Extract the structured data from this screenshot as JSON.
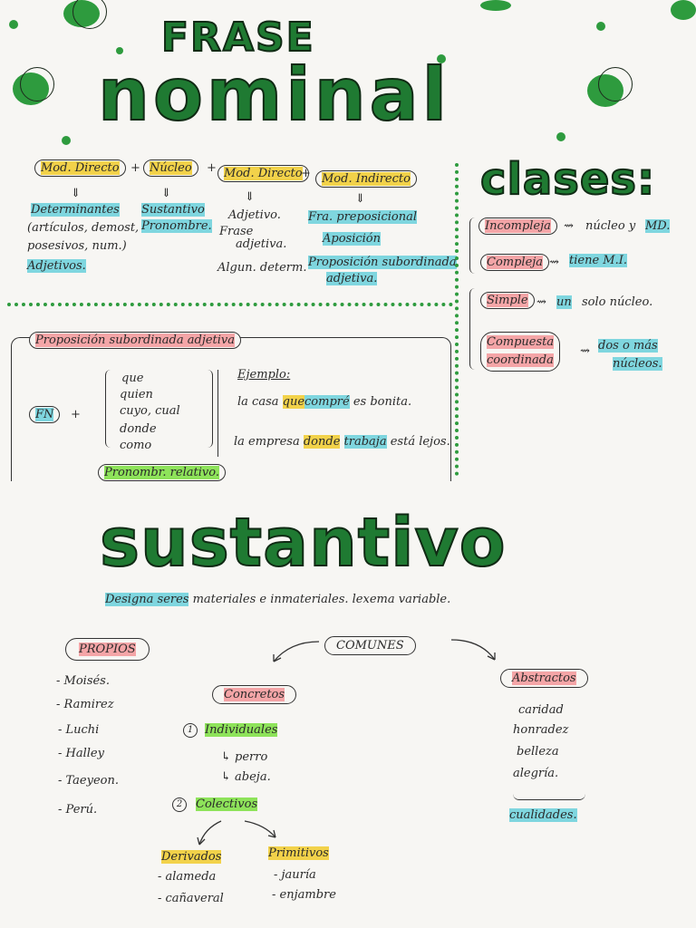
{
  "colors": {
    "title_green": "#1f7a32",
    "highlight_yellow": "#f2d24a",
    "highlight_blue": "#7fd6df",
    "highlight_green": "#8ee35a",
    "highlight_pink": "#f4a5a7",
    "dot_green": "#2e9b3e"
  },
  "frase": {
    "title_top": "FRASE",
    "title_main": "nominal",
    "formula": {
      "mod_directo": "Mod. Directo",
      "plus1": "+",
      "nucleo": "Núcleo",
      "plus2": "+",
      "mod_directo2": "Mod. Directo",
      "plus3": "+",
      "mod_indirecto": "Mod. Indirecto"
    },
    "col1": {
      "arrow": "⇓",
      "l1": "Determinantes",
      "l2": "(artículos, demost,",
      "l3": "posesivos, num.)",
      "l4": "Adjetivos."
    },
    "col2": {
      "arrow": "⇓",
      "l1": "Sustantivo",
      "l2": "Pronombre."
    },
    "col3": {
      "arrow": "⇓",
      "l1": "Adjetivo.",
      "l2": "Frase",
      "l3": "adjetiva.",
      "l4": "Algun. determ."
    },
    "col4": {
      "arrow": "⇓",
      "l1": "Fra. preposicional",
      "l2": "Aposición",
      "l3": "Proposición subordinada",
      "l4": "adjetiva."
    }
  },
  "clases": {
    "title": "clases:",
    "items": [
      {
        "label": "Incompleja",
        "arrow": "⇝",
        "desc_pre": "núcleo y",
        "desc_hl": "MD."
      },
      {
        "label": "Compleja",
        "arrow": "⇝",
        "desc_pre": "",
        "desc_hl": "tiene M.I."
      },
      {
        "label": "Simple",
        "arrow": "⇝",
        "desc_pre": "",
        "desc_hl": "un",
        "desc_post": "solo núcleo."
      },
      {
        "label_1": "Compuesta",
        "label_2": "coordinada",
        "arrow": "⇝",
        "desc_1": "dos o más",
        "desc_2": "núcleos."
      }
    ]
  },
  "proposicion": {
    "title": "Proposición subordinada adjetiva",
    "fn": "FN",
    "plus": "+",
    "list": [
      "que",
      "quien",
      "cuyo, cual",
      "donde",
      "como"
    ],
    "pronombre": "Pronombr. relativo.",
    "ejemplo": "Ejemplo:",
    "ex1_pre": "la casa",
    "ex1_que": "que",
    "ex1_verb": "compré",
    "ex1_post": "es bonita.",
    "ex2_pre": "la empresa",
    "ex2_donde": "donde",
    "ex2_verb": "trabaja",
    "ex2_post": "está lejos."
  },
  "sustantivo": {
    "title": "sustantivo",
    "def_hl": "Designa seres",
    "def_rest": "materiales e inmateriales. lexema variable.",
    "propios": {
      "label": "PROPIOS",
      "items": [
        "- Moisés.",
        "- Ramirez",
        "- Luchi",
        "- Halley",
        "- Taeyeon.",
        "- Perú."
      ]
    },
    "comunes": {
      "label": "COMUNES"
    },
    "concretos": {
      "label": "Concretos"
    },
    "individuales": {
      "num": "1",
      "label": "Individuales",
      "items": [
        "↳ perro",
        "↳ abeja."
      ]
    },
    "colectivos": {
      "num": "2",
      "label": "Colectivos"
    },
    "derivados": {
      "label": "Derivados",
      "items": [
        "- alameda",
        "- cañaveral"
      ]
    },
    "primitivos": {
      "label": "Primitivos",
      "items": [
        "- jauría",
        "- enjambre"
      ]
    },
    "abstractos": {
      "label": "Abstractos",
      "items": [
        "caridad",
        "honradez",
        "belleza",
        "alegría."
      ],
      "summary": "cualidades."
    }
  }
}
